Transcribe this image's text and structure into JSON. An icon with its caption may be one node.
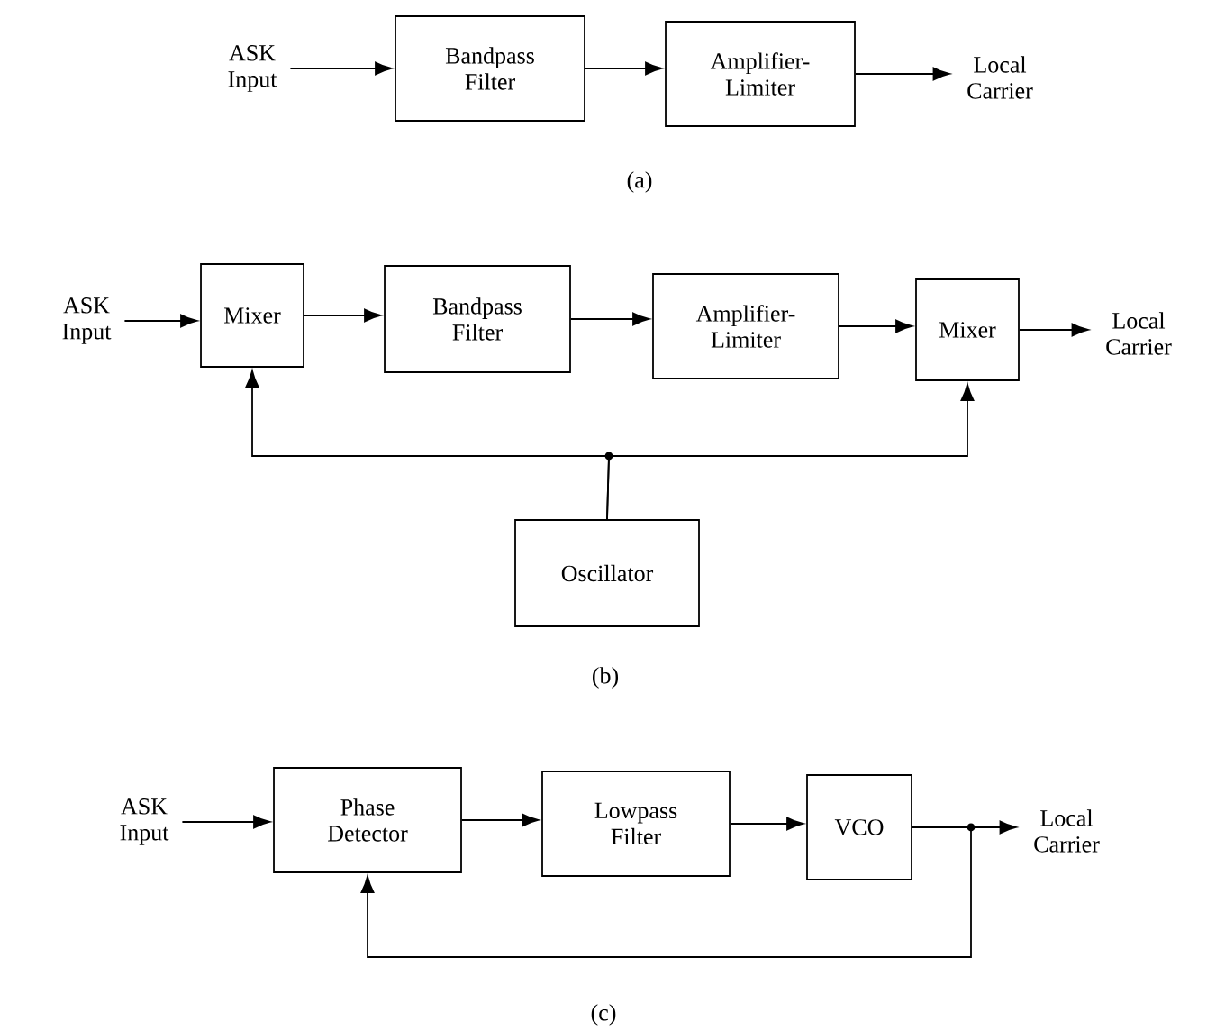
{
  "diagram": {
    "nodes": [
      {
        "text": [
          "ASK Input"
        ]
      },
      {
        "text": [
          "Bandpass Filter"
        ]
      },
      {
        "text": [
          "Amplifier-Limiter"
        ]
      },
      {
        "text": [
          "Local Carrier"
        ]
      },
      {
        "text": [
          "ASK Input"
        ]
      },
      {
        "text": [
          "Mixer"
        ]
      },
      {
        "text": [
          "Bandpass Filter"
        ]
      },
      {
        "text": [
          "Amplifier-Limiter"
        ]
      },
      {
        "text": [
          "Mixer"
        ]
      },
      {
        "text": [
          "Local Carrier"
        ]
      },
      {
        "text": [
          "Oscillator"
        ]
      },
      {
        "text": [
          "ASK Input"
        ]
      },
      {
        "text": [
          "Phase Detector"
        ]
      },
      {
        "text": [
          "Lowpass Filter"
        ]
      },
      {
        "text": [
          "VCO"
        ]
      },
      {
        "text": [
          "Local Carrier"
        ]
      }
    ],
    "edges": [
      {
        "from": 0,
        "to": 1,
        "arrow": "to"
      },
      {
        "from": 1,
        "to": 2,
        "arrow": "to"
      },
      {
        "from": 2,
        "to": 3,
        "arrow": "to"
      },
      {
        "from": 4,
        "to": 5,
        "arrow": "to"
      },
      {
        "from": 5,
        "to": 6,
        "arrow": "to"
      },
      {
        "from": 6,
        "to": 7,
        "arrow": "to"
      },
      {
        "from": 7,
        "to": 8,
        "arrow": "to"
      },
      {
        "from": 8,
        "to": 9,
        "arrow": "to"
      },
      {
        "from": 10,
        "to": 5,
        "arrow": "to"
      },
      {
        "from": 10,
        "to": 8,
        "arrow": "to"
      },
      {
        "from": 11,
        "to": 12,
        "arrow": "to"
      },
      {
        "from": 12,
        "to": 13,
        "arrow": "to"
      },
      {
        "from": 13,
        "to": 14,
        "arrow": "to"
      },
      {
        "from": 14,
        "to": 15,
        "arrow": "to"
      },
      {
        "from": 14,
        "to": 12,
        "arrow": "to"
      }
    ],
    "labels": [
      "(a)",
      "(b)",
      "(c)"
    ]
  }
}
